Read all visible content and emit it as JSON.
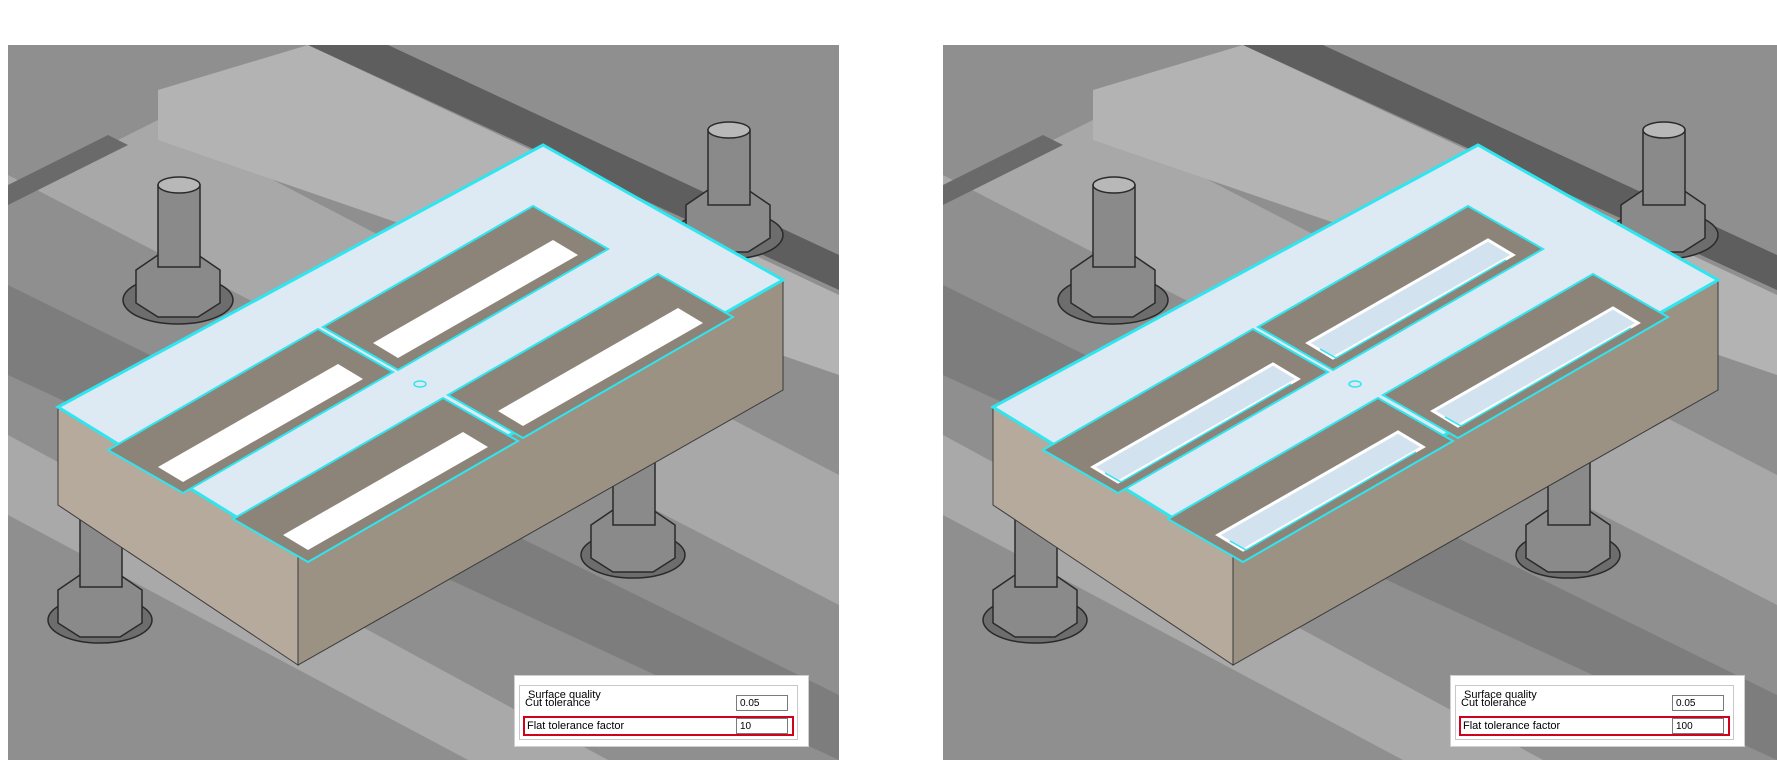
{
  "views": [
    {
      "surface_quality": {
        "legend": "Surface quality",
        "cut_tolerance_label": "Cut tolerance",
        "cut_tolerance_value": "0.05",
        "flat_tolerance_label": "Flat tolerance factor",
        "flat_tolerance_value": "10"
      }
    },
    {
      "surface_quality": {
        "legend": "Surface quality",
        "cut_tolerance_label": "Cut tolerance",
        "cut_tolerance_value": "0.05",
        "flat_tolerance_label": "Flat tolerance factor",
        "flat_tolerance_value": "100"
      }
    }
  ],
  "colors": {
    "highlight_edge": "#2ee6f0",
    "part_top": "#dde9f3",
    "part_side": "#b5aa9c",
    "fixture_gray": "#9a9a9a",
    "highlight_box": "#d0021b"
  },
  "icons": [
    "cad-3d-viewport"
  ]
}
